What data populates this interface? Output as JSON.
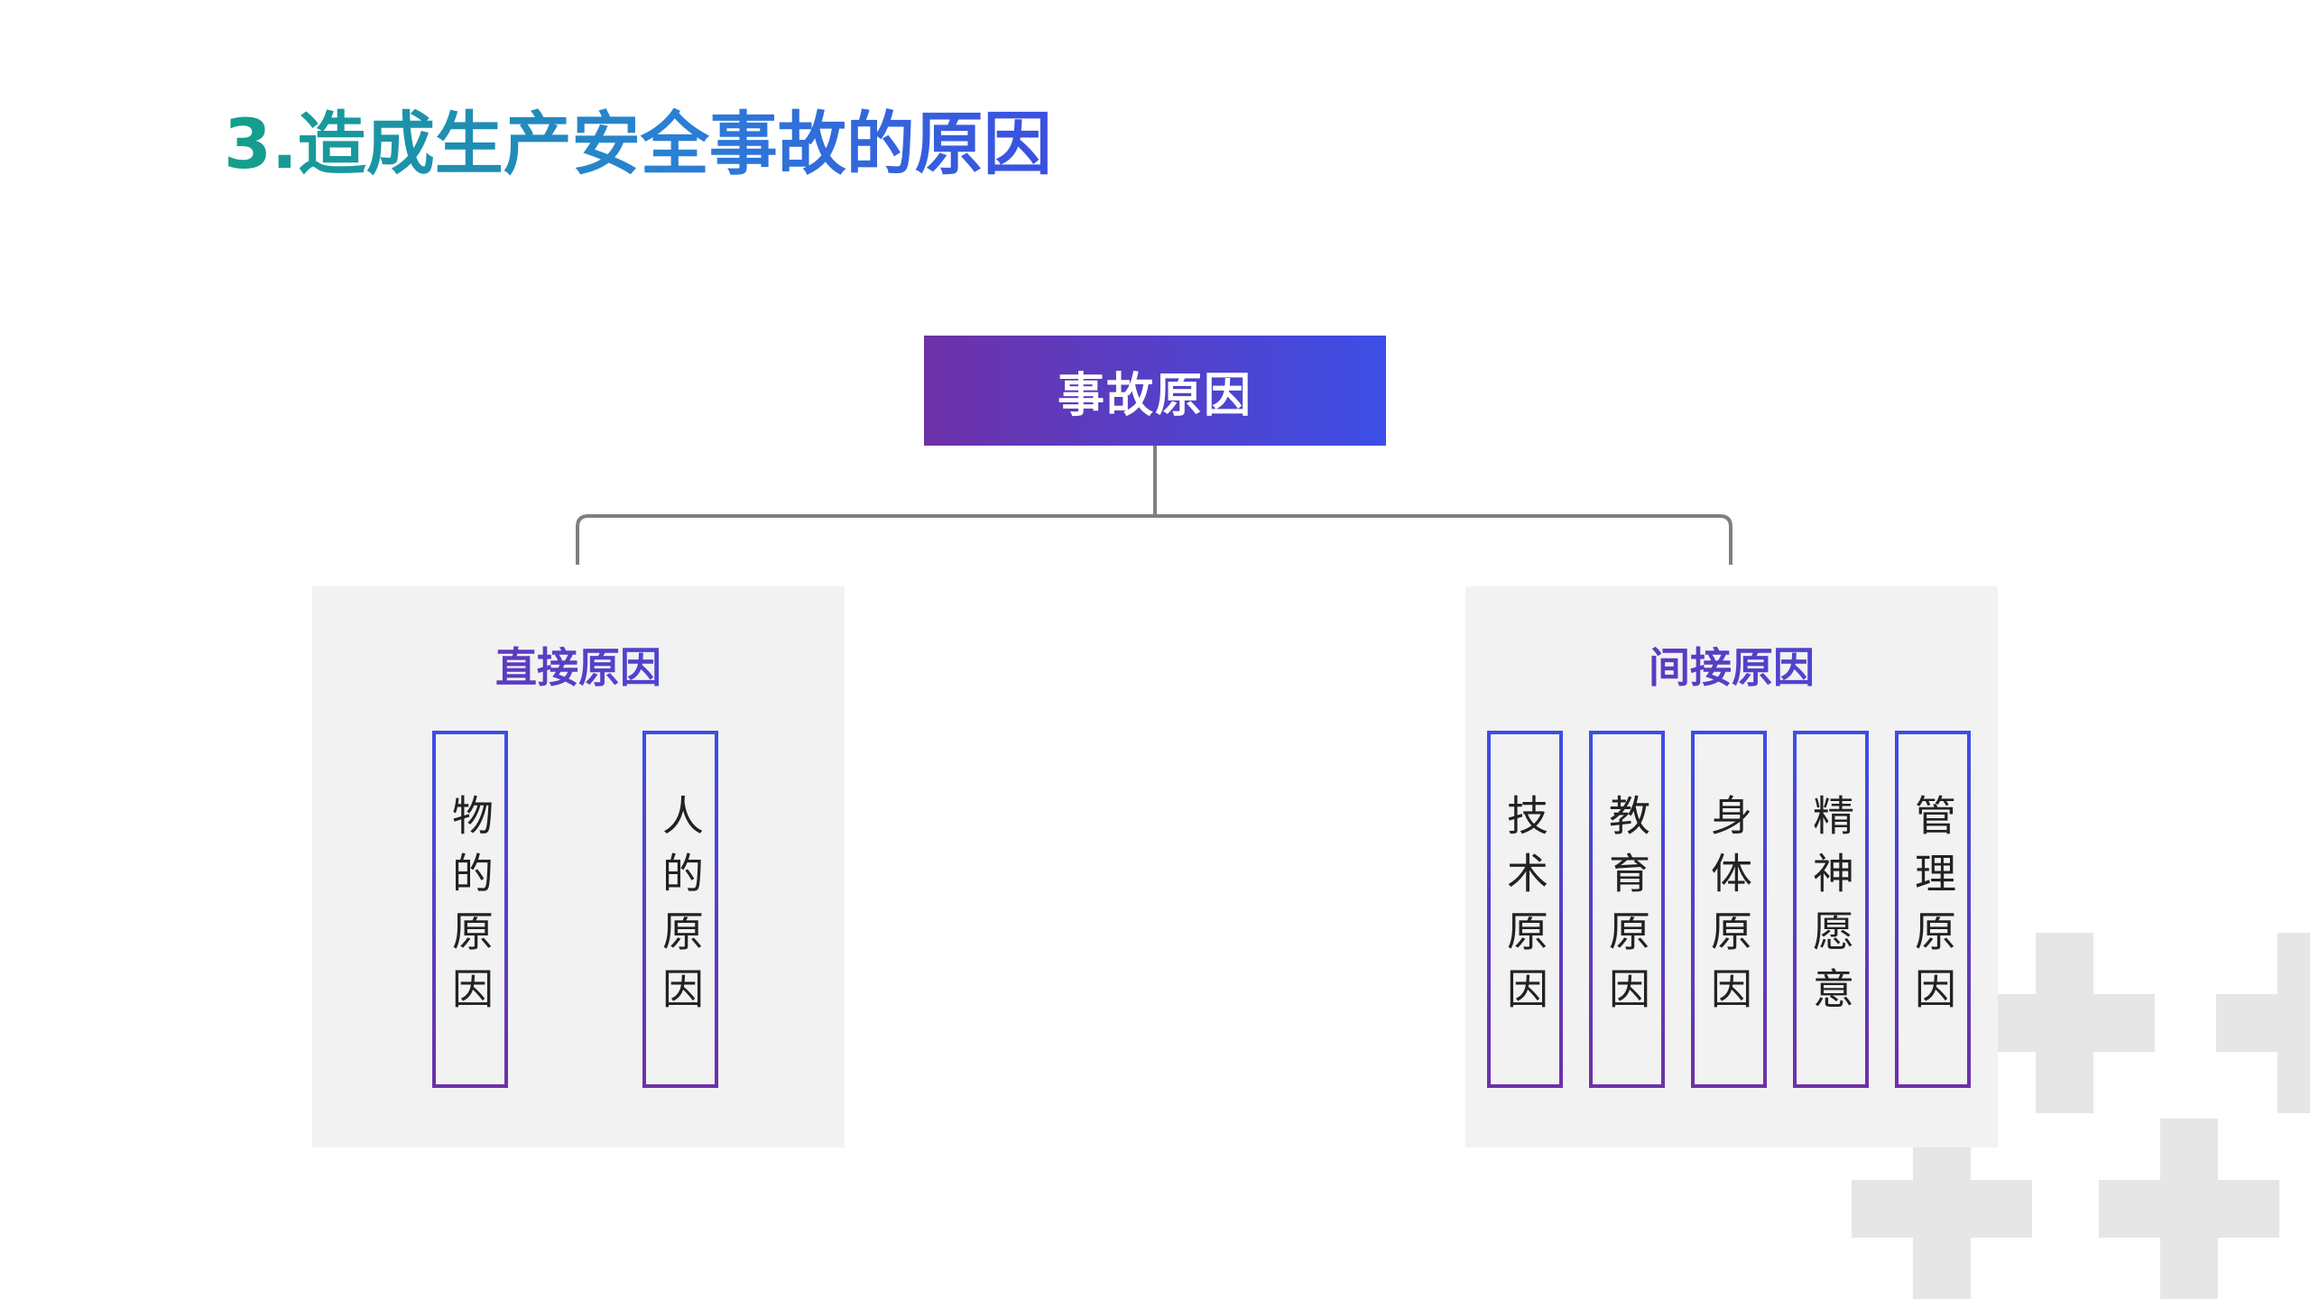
{
  "title": "3.造成生产安全事故的原因",
  "root": {
    "label": "事故原因"
  },
  "branches": [
    {
      "label": "直接原因",
      "items": [
        "物的原因",
        "人的原因"
      ]
    },
    {
      "label": "间接原因",
      "items": [
        "技术原因",
        "教育原因",
        "身体原因",
        "精神愿意",
        "管理原因"
      ]
    }
  ],
  "colors": {
    "title_gradient_start": "#13a08a",
    "title_gradient_end": "#3b4fe0",
    "root_gradient_start": "#6e31a8",
    "root_gradient_end": "#3c4ee6",
    "panel_background": "#f2f2f2",
    "connector": "#7f7f7f",
    "decor_cross": "#e6e6e6"
  }
}
